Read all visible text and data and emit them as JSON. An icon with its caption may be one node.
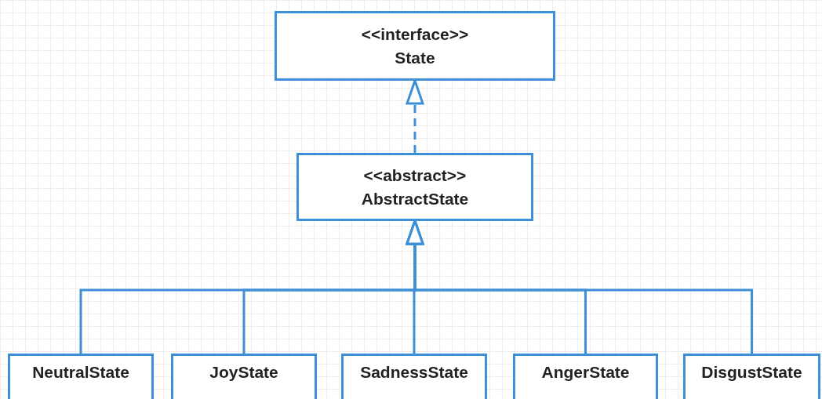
{
  "diagram": {
    "nodes": [
      {
        "text": [
          "<<interface>>",
          "State"
        ]
      },
      {
        "text": [
          "<<abstract>>",
          "AbstractState"
        ]
      },
      {
        "text": [
          "NeutralState"
        ]
      },
      {
        "text": [
          "JoyState"
        ]
      },
      {
        "text": [
          "SadnessState"
        ]
      },
      {
        "text": [
          "AngerState"
        ]
      },
      {
        "text": [
          "DisgustState"
        ]
      }
    ],
    "edges": [
      {
        "from": 1,
        "to": 0,
        "arrow": "to",
        "style": "dashed"
      },
      {
        "from": 2,
        "to": 1,
        "arrow": "to"
      },
      {
        "from": 3,
        "to": 1,
        "arrow": "to"
      },
      {
        "from": 4,
        "to": 1,
        "arrow": "to"
      },
      {
        "from": 5,
        "to": 1,
        "arrow": "to"
      },
      {
        "from": 6,
        "to": 1,
        "arrow": "to"
      }
    ]
  }
}
